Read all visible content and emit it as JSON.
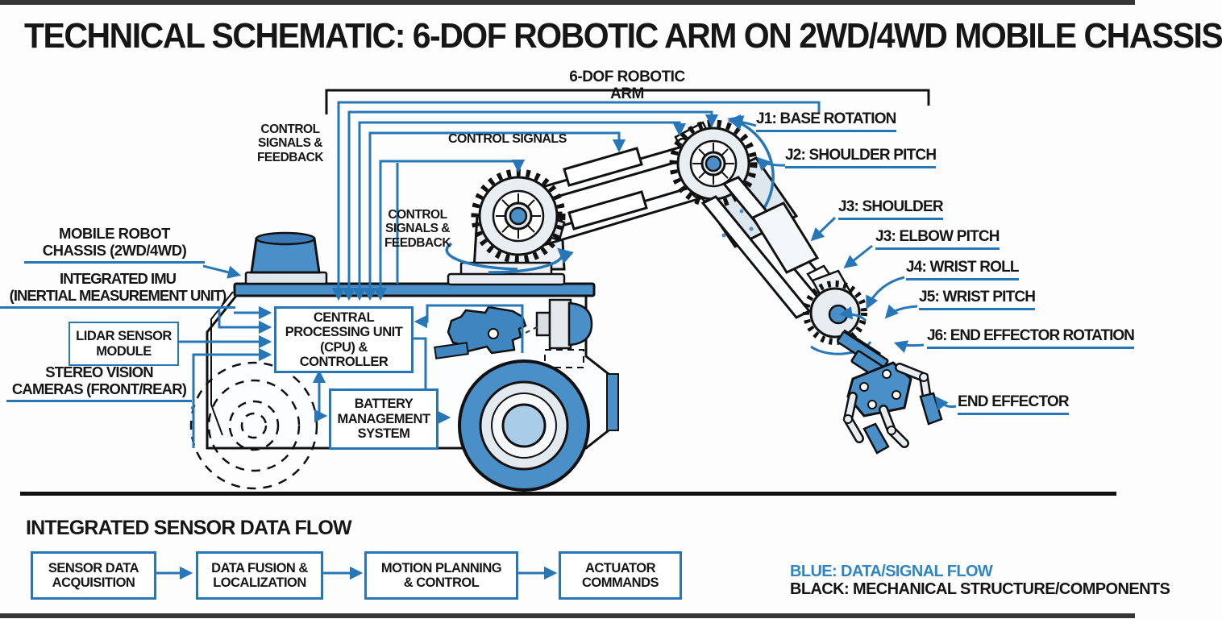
{
  "title": "TECHNICAL SCHEMATIC: 6-DOF ROBOTIC ARM ON 2WD/4WD MOBILE CHASSIS",
  "arm_bracket_label": "6-DOF ROBOTIC ARM",
  "control_labels": {
    "left_feedback": "CONTROL\nSIGNALS &\nFEEDBACK",
    "signals": "CONTROL SIGNALS",
    "mid_feedback": "CONTROL\nSIGNALS &\nFEEDBACK"
  },
  "joints": {
    "j1": "J1: BASE ROTATION",
    "j2": "J2: SHOULDER PITCH",
    "j3a": "J3: SHOULDER",
    "j3b": "J3: ELBOW PITCH",
    "j4": "J4: WRIST ROLL",
    "j5": "J5: WRIST PITCH",
    "j6": "J6: END EFFECTOR ROTATION",
    "end_effector": "END EFFECTOR"
  },
  "left_labels": {
    "chassis": "MOBILE ROBOT\nCHASSIS (2WD/4WD)",
    "imu": "INTEGRATED IMU\n(INERTIAL MEASUREMENT UNIT)",
    "lidar": "LIDAR SENSOR\nMODULE",
    "stereo": "STEREO VISION\nCAMERAS (FRONT/REAR)"
  },
  "components": {
    "cpu": "CENTRAL\nPROCESSING UNIT\n(CPU) & CONTROLLER",
    "battery": "BATTERY\nMANAGEMENT\nSYSTEM"
  },
  "flow": {
    "heading": "INTEGRATED SENSOR DATA FLOW",
    "steps": [
      "SENSOR DATA\nACQUISITION",
      "DATA FUSION &\nLOCALIZATION",
      "MOTION PLANNING\n& CONTROL",
      "ACTUATOR\nCOMMANDS"
    ]
  },
  "legend": {
    "blue": "BLUE: DATA/SIGNAL FLOW",
    "black": "BLACK: MECHANICAL STRUCTURE/COMPONENTS"
  },
  "colors": {
    "signal_blue": "#2777b8",
    "component_blue": "#4a8fc7",
    "outline_black": "#111111",
    "light_gray": "#e8edf2"
  }
}
